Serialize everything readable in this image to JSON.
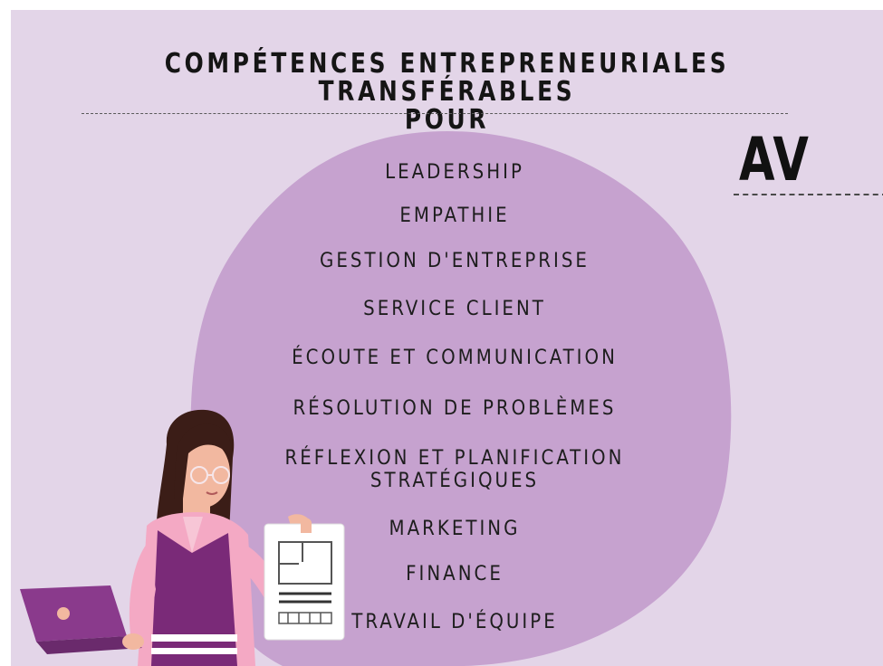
{
  "title": {
    "line1": "COMPÉTENCES ENTREPRENEURIALES TRANSFÉRABLES",
    "line2": "POUR"
  },
  "side_text": "AV",
  "skills": [
    "LEADERSHIP",
    "EMPATHIE",
    "GESTION D'ENTREPRISE",
    "SERVICE CLIENT",
    "ÉCOUTE ET COMMUNICATION",
    "RÉSOLUTION DE PROBLÈMES",
    "RÉFLEXION ET PLANIFICATION",
    "STRATÉGIQUES",
    "MARKETING",
    "FINANCE",
    "TRAVAIL D'ÉQUIPE"
  ],
  "colors": {
    "background": "#e3d5e8",
    "blob": "#c6a2cf",
    "vest": "#7a2a78",
    "laptop": "#8a3a8c",
    "text": "#1d1d1d"
  },
  "icons": [
    "woman-illustration",
    "laptop-icon",
    "document-icon"
  ]
}
